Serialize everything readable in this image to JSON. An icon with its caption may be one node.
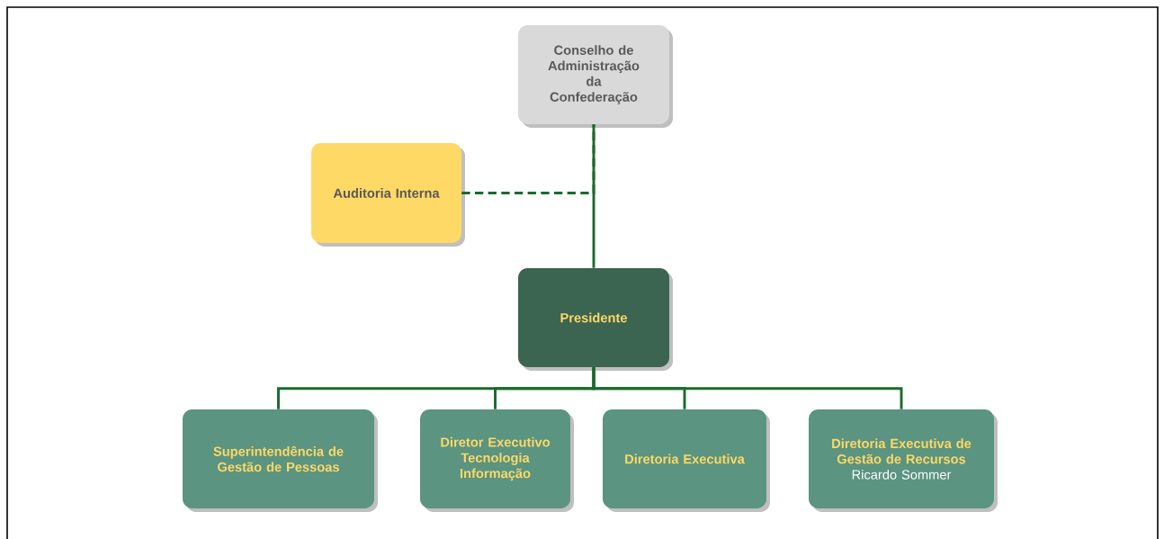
{
  "diagram": {
    "nodes": [
      {
        "text": [
          "Conselho de Administração da Confederação"
        ]
      },
      {
        "text": [
          "Auditoria Interna"
        ]
      },
      {
        "text": [
          "Presidente"
        ]
      },
      {
        "text": [
          "Superintendência de Gestão de Pessoas"
        ]
      },
      {
        "text": [
          "Diretor Executivo Tecnologia Informação"
        ]
      },
      {
        "text": [
          "Diretoria Executiva"
        ]
      },
      {
        "text": [
          "Diretoria Executiva de Gestão de Recursos",
          "Ricardo Sommer"
        ]
      }
    ],
    "edges": [
      {
        "from": 1,
        "to": 0,
        "arrow": "none",
        "style": "dashed"
      },
      {
        "from": 0,
        "to": 2,
        "arrow": "none"
      },
      {
        "from": 2,
        "to": 3,
        "arrow": "none"
      },
      {
        "from": 2,
        "to": 4,
        "arrow": "none"
      },
      {
        "from": 2,
        "to": 5,
        "arrow": "none"
      },
      {
        "from": 2,
        "to": 6,
        "arrow": "none"
      }
    ]
  }
}
